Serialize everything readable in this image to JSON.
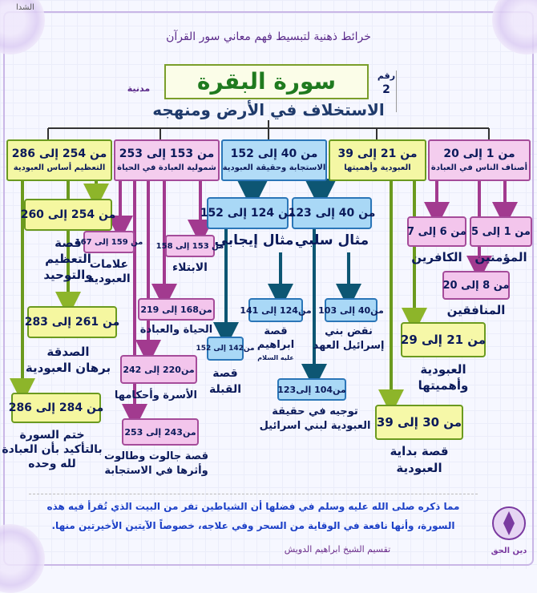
{
  "watermark": "الشدا",
  "header": {
    "subtitle": "خرائط ذهنية لتبسيط فهم معاني سور القرآن",
    "surah_name": "سورة البقرة",
    "theme": "الاستخلاف في الأرض ومنهجه",
    "type_label": "مدنية",
    "number_label": "رقم",
    "number_value": "2"
  },
  "sections": [
    {
      "range": "من 1 إلى 20",
      "title": "أصناف الناس في العبادة"
    },
    {
      "range": "من 21 إلى 39",
      "title": "العبودية وأهميتها"
    },
    {
      "range": "من 40 إلى 152",
      "title": "الاستجابة وحقيقة العبودية"
    },
    {
      "range": "من 153 إلى 253",
      "title": "شمولية العبادة في الحياة"
    },
    {
      "range": "من 254 إلى 286",
      "title": "التعظيم أساس العبودية"
    }
  ],
  "nodes": {
    "n1_5": {
      "range": "من 1 إلى 5",
      "label": "المؤمنين"
    },
    "n6_7": {
      "range": "من 6 إلى 7",
      "label": "الكافرين"
    },
    "n8_20": {
      "range": "من 8 إلى 20",
      "label": "المنافقين"
    },
    "n21_29": {
      "range": "من 21 إلى 29",
      "label1": "العبودية",
      "label2": "وأهميتها"
    },
    "n30_39": {
      "range": "من 30 إلى 39",
      "label1": "قصة بداية",
      "label2": "العبودية"
    },
    "n40_123": {
      "range": "من 40 إلى 123",
      "label": "مثال سلبي"
    },
    "n124_152": {
      "range": "من 124 إلى 152",
      "label": "مثال إيجابي"
    },
    "n40_103": {
      "range": "من40 إلى 103",
      "label1": "نقض بني",
      "label2": "إسرائيل العهد"
    },
    "n104_123": {
      "range": "من104 إلى123",
      "label1": "توجيه في حقيقة",
      "label2": "العبودية لبني اسرائيل"
    },
    "n124_141": {
      "range": "من124 إلى 141",
      "label1": "قصة",
      "label2": "ابراهيم",
      "label3": "عليه السلام"
    },
    "n142_152": {
      "range": "من142 إلى 152",
      "label1": "قصة",
      "label2": "القبلة"
    },
    "n153_158": {
      "range": "من 153 إلى 158",
      "label": "الابتلاء"
    },
    "n159_167": {
      "range": "من 159 إلى 167",
      "label1": "علامات",
      "label2": "العبودية"
    },
    "n168_219": {
      "range": "من168 إلى 219",
      "label": "الحياة والعبادة"
    },
    "n220_242": {
      "range": "من220 إلى 242",
      "label1": "الأسرة وأحكامها"
    },
    "n243_253": {
      "range": "من243 إلى 253",
      "label1": "قصة جالوت وطالوت",
      "label2": "وأثرها في الاستجابة"
    },
    "n254_260": {
      "range": "من 254 إلى 260",
      "label1": "قصة",
      "label2": "التعظيم",
      "label3": "والتوحيد"
    },
    "n261_283": {
      "range": "من 261 إلى 283",
      "label1": "الصدقة",
      "label2": "برهان العبودية"
    },
    "n284_286": {
      "range": "من 284 إلى 286",
      "label1": "ختم السورة",
      "label2": "بالتأكيد بأن العبادة",
      "label3": "لله وحده"
    }
  },
  "footer": {
    "line1": "مما ذكره صلى الله عليه وسلم في فضلها أن الشياطين تفر من البيت الذي تُقرأ فيه هذه",
    "line2": "السورة، وأنها نافعة في الوقاية من السحر وفي علاجه، خصوصاً الآيتين الأخيرتين منها.",
    "credit": "تقسيم الشيخ ابراهيم الدويش",
    "logo_text": "دين الحق"
  },
  "colors": {
    "title_green": "#1f7a1f",
    "navy": "#0b1a5a",
    "yellow_arrow": "#8db52a",
    "pink_arrow": "#a23a8f",
    "blue_arrow": "#0d5673",
    "footer_text": "#1b3fc7"
  }
}
